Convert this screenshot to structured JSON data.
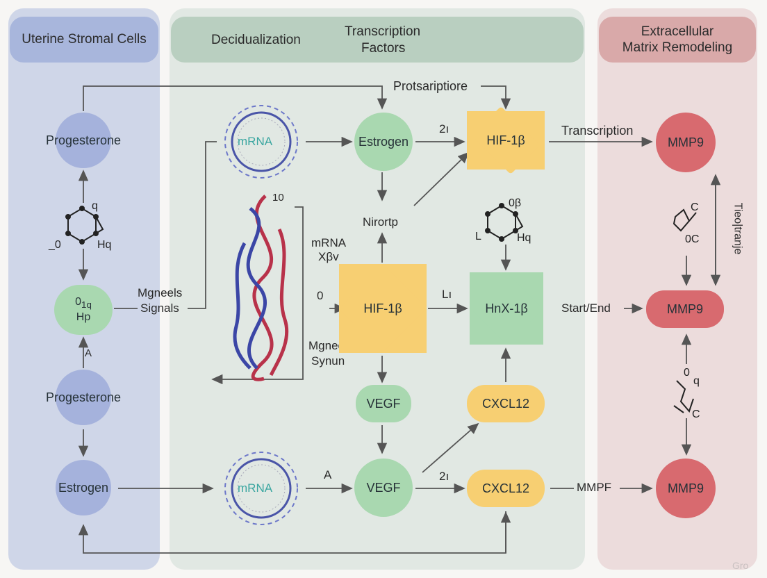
{
  "colors": {
    "panel_left": "#cfd6e8",
    "panel_mid": "#e1e8e3",
    "panel_right": "#ecdcdc",
    "header_left": "#a8b6dc",
    "header_mid": "#b9cfc0",
    "header_right": "#d9a9a9",
    "blue_node": "#a5b2dc",
    "green_node": "#a9d8b0",
    "yellow_node": "#f7cf72",
    "red_node": "#d86a6f",
    "arrow": "#555555"
  },
  "headers": {
    "left": "Uterine Stromal Cells",
    "mid_left": "Decidualization",
    "mid_right_line1": "Transcription",
    "mid_right_line2": "Factors",
    "right_line1": "Extracellular",
    "right_line2": "Matrix Remodeling"
  },
  "nodes": {
    "progesterone_top": "Progesterone",
    "o1q_line1": "0",
    "o1q_sub": "1q",
    "o1q_line2": "Hp",
    "progesterone_bottom": "Progesterone",
    "estrogen_left": "Estrogen",
    "estrogen_mid": "Estrogen",
    "hif_top": "HIF-1β",
    "hif_mid": "HIF-1β",
    "hnx": "HnX-1β",
    "vegf_pill": "VEGF",
    "cxcl_pill": "CXCL12",
    "vegf_circle": "VEGF",
    "cxcl_bottom": "CXCL12",
    "mmp9_top": "MMP9",
    "mmp9_mid": "MMP9",
    "mmp9_bottom": "MMP9",
    "mrna_top": "mRNA",
    "mrna_bottom": "mRNA"
  },
  "labels": {
    "protsariptiore": "Protsariptiore",
    "transcription": "Transcription",
    "two_top": "2ı",
    "nirortp": "Nirortp",
    "mrna_text": "mRNA",
    "xbv": "Xβv",
    "mgneels_signals_1": "Mgneels",
    "mgneels_signals_2": "Signals",
    "zero_mid": "0",
    "l_mid": "Lı",
    "mgneelj": "Mgneelj",
    "synun": "Synun",
    "ten": "10",
    "a_left": "A",
    "a_bottom": "A",
    "two_bottom": "2ı",
    "start_end": "Start/End",
    "mmpf": "MMPF",
    "tieo": "Tieo|tranje",
    "mol1_q": "q",
    "mol1_o": "_0",
    "mol1_h": "Hq",
    "mol2_ob": "0β",
    "mol2_l": "L",
    "mol2_h": "Hq",
    "mol3_c": "C",
    "mol3_oc": "0C",
    "mol4_o": "0",
    "mol4_q": "q",
    "mol4_c": "C",
    "watermark": "Gro"
  }
}
